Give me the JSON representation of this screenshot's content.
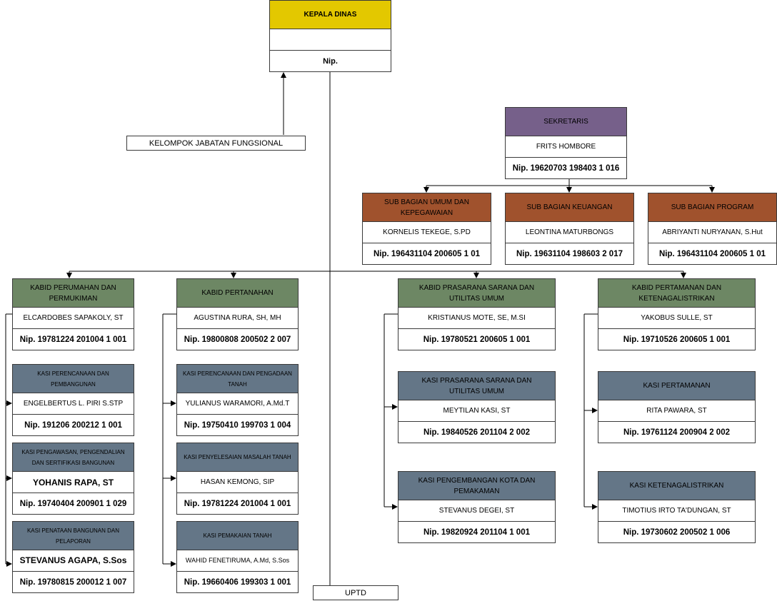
{
  "colors": {
    "kepala": "#e3c800",
    "sekretaris": "#76608a",
    "subbagian": "#a0522d",
    "kabid": "#6d8764",
    "kasi": "#647687"
  },
  "kepala": {
    "title": "KEPALA DINAS",
    "name": "",
    "nip": "Nip."
  },
  "fungsional": "KELOMPOK JABATAN FUNGSIONAL",
  "uptd": "UPTD",
  "sekretaris": {
    "title": "SEKRETARIS",
    "name": "FRITS HOMBORE",
    "nip": "Nip. 19620703 198403 1 016"
  },
  "subbagian": [
    {
      "title": "SUB BAGIAN UMUM DAN KEPEGAWAIAN",
      "name": "KORNELIS TEKEGE, S.PD",
      "nip": "Nip. 196431104 200605 1 01"
    },
    {
      "title": "SUB BAGIAN KEUANGAN",
      "name": "LEONTINA MATURBONGS",
      "nip": "Nip. 19631104 198603 2 017"
    },
    {
      "title": "SUB BAGIAN PROGRAM",
      "name": "ABRIYANTI NURYANAN, S.Hut",
      "nip": "Nip. 196431104 200605 1 01"
    }
  ],
  "bidang": [
    {
      "kabid": {
        "title": "KABID PERUMAHAN DAN PERMUKIMAN",
        "name": "ELCARDOBES SAPAKOLY, ST",
        "nip": "Nip. 19781224 201004 1 001"
      },
      "kasi": [
        {
          "title": "KASI PERENCANAAN DAN PEMBANGUNAN",
          "name": "ENGELBERTUS L. PIRI S.STP",
          "nip": "Nip. 191206 200212 1 001"
        },
        {
          "title": "KASI PENGAWASAN, PENGENDALIAN DAN SERTIFIKASI BANGUNAN",
          "name": "YOHANIS RAPA, ST",
          "nip": "Nip. 19740404 200901 1 029"
        },
        {
          "title": "KASI  PENATAAN BANGUNAN DAN PELAPORAN",
          "name": "STEVANUS AGAPA, S.Sos",
          "nip": "Nip. 19780815 200012 1 007"
        }
      ]
    },
    {
      "kabid": {
        "title": "KABID PERTANAHAN",
        "name": "AGUSTINA RURA, SH, MH",
        "nip": "Nip. 19800808 200502 2 007"
      },
      "kasi": [
        {
          "title": "KASI PERENCANAAN DAN PENGADAAN TANAH",
          "name": "YULIANUS WARAMORI, A.Md.T",
          "nip": "Nip. 19750410 199703 1 004"
        },
        {
          "title": "KASI  PENYELESAIAN MASALAH TANAH",
          "name": "HASAN KEMONG, SIP",
          "nip": "Nip. 19781224 201004 1 001"
        },
        {
          "title": "KASI PEMAKAIAN TANAH",
          "name": "WAHID FENETIRUMA, A.Md, S.Sos",
          "nip": "Nip. 19660406 199303 1 001"
        }
      ]
    },
    {
      "kabid": {
        "title": "KABID PRASARANA SARANA DAN UTILITAS UMUM",
        "name": "KRISTIANUS MOTE, SE, M.SI",
        "nip": "Nip. 19780521 200605 1 001"
      },
      "kasi": [
        {
          "title": "KASI PRASARANA SARANA DAN UTILITAS UMUM",
          "name": "MEYTILAN KASI, ST",
          "nip": "Nip. 19840526 201104 2 002"
        },
        {
          "title": "KASI PENGEMBANGAN KOTA DAN PEMAKAMAN",
          "name": "STEVANUS DEGEI, ST",
          "nip": "Nip. 19820924 201104 1 001"
        }
      ]
    },
    {
      "kabid": {
        "title": "KABID PERTAMANAN DAN KETENAGALISTRIKAN",
        "name": "YAKOBUS SULLE, ST",
        "nip": "Nip. 19710526 200605 1 001"
      },
      "kasi": [
        {
          "title": "KASI PERTAMANAN",
          "name": "RITA PAWARA, ST",
          "nip": "Nip. 19761124 200904 2 002"
        },
        {
          "title": "KASI KETENAGALISTRIKAN",
          "name": "TIMOTIUS IRTO TA'DUNGAN, ST",
          "nip": "Nip. 19730602 200502 1 006"
        }
      ]
    }
  ]
}
